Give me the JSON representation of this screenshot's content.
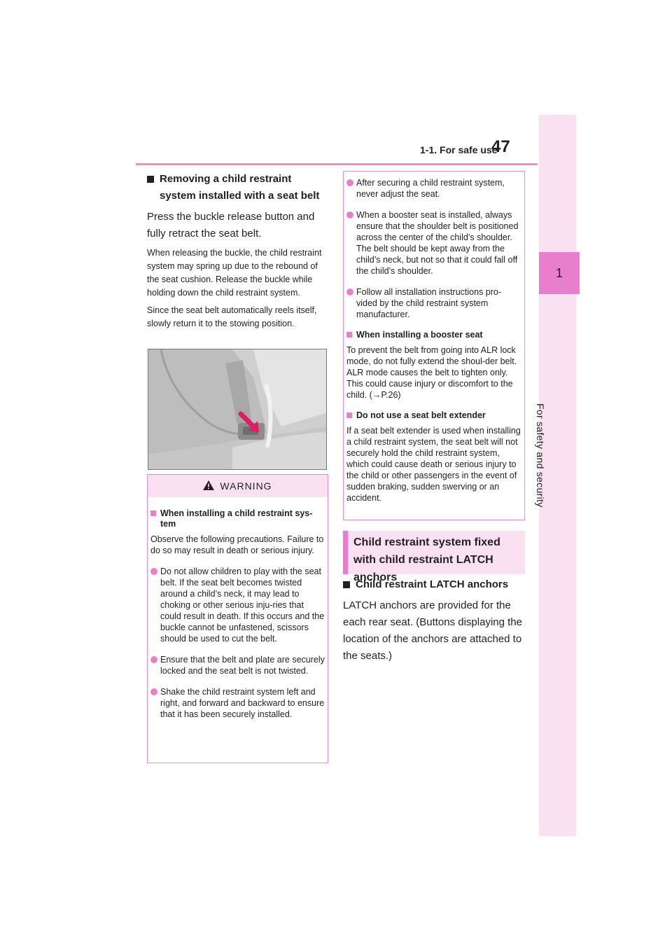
{
  "header": {
    "section": "1-1. For safe use",
    "page": "47"
  },
  "side": {
    "chapter_number": "1",
    "chapter_label": "For safety and security"
  },
  "left": {
    "heading": "Removing a child restraint system installed with a seat belt",
    "instruction": "Press the buckle release button and fully retract the seat belt.",
    "note1": "When releasing the buckle, the child restraint system may spring up due to the rebound of the seat cushion. Release the buckle while holding down the child restraint system.",
    "note2": "Since the seat belt automatically reels itself, slowly return it to the stowing position."
  },
  "warning": {
    "title": "WARNING",
    "sub1": "When installing a child restraint sys-tem",
    "intro": "Observe the following precautions. Failure to do so may result in death or serious injury.",
    "bullets": [
      "Do not allow children to play with the seat belt. If the seat belt becomes twisted around a child’s neck, it may lead to choking or other serious inju-ries that could result in death. If this occurs and the buckle cannot be unfastened, scissors should be used to cut the belt.",
      "Ensure that the belt and plate are securely locked and the seat belt is not twisted.",
      "Shake the child restraint system left and right, and forward and backward to ensure that it has been securely installed."
    ]
  },
  "warning_cont": {
    "bullets": [
      "After securing a child restraint system, never adjust the seat.",
      "When a booster seat is installed, always ensure that the shoulder belt is positioned across the center of the child’s shoulder. The belt should be kept away from the child’s neck, but not so that it could fall off the child’s shoulder.",
      "Follow all installation instructions pro-vided by the child restraint system manufacturer."
    ],
    "sub2": "When installing a booster seat",
    "text2": "To prevent the belt from going into ALR lock mode, do not fully extend the shoul-der belt. ALR mode causes the belt to tighten only. This could cause injury or discomfort to the child. (→P.26)",
    "sub3": "Do not use a seat belt extender",
    "text3": "If a seat belt extender is used when installing a child restraint system, the seat belt will not securely hold the child restraint system, which could cause death or serious injury to the child or other passengers in the event of sudden braking, sudden swerving or an accident."
  },
  "section": {
    "title": "Child restraint system fixed with child restraint LATCH anchors",
    "heading": "Child restraint LATCH anchors",
    "body": "LATCH anchors are provided for the each rear seat. (Buttons displaying the location of the anchors are attached to the seats.)"
  }
}
